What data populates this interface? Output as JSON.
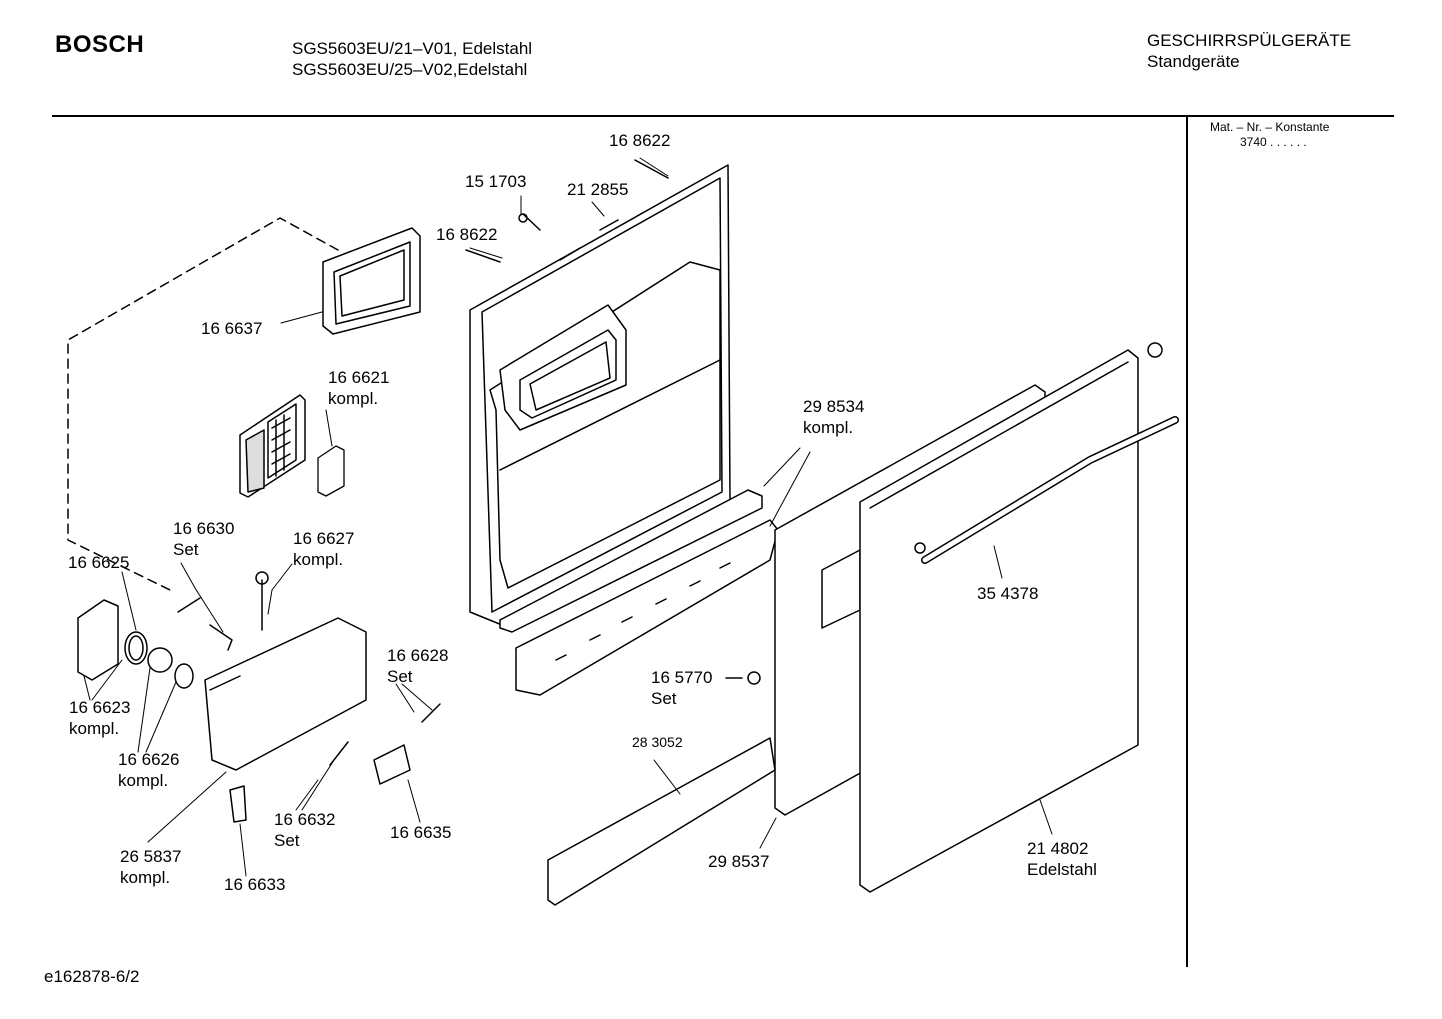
{
  "header": {
    "brand": "BOSCH",
    "model_line_1": "SGS5603EU/21–V01, Edelstahl",
    "model_line_2": "SGS5603EU/25–V02,Edelstahl",
    "category_line_1": "GESCHIRRSPÜLGERÄTE",
    "category_line_2": "Standgeräte"
  },
  "side_panel": {
    "mat_label": "Mat. – Nr. – Konstante",
    "mat_value": "3740 . . . . . ."
  },
  "footer": {
    "drawing_code": "e162878-6/2"
  },
  "parts": {
    "p168622_top": "16 8622",
    "p151703": "15 1703",
    "p212855": "21 2855",
    "p168622_left": "16 8622",
    "p166637": "16 6637",
    "p166621": "16 6621",
    "p166621_note": "kompl.",
    "p298534": "29 8534",
    "p298534_note": "kompl.",
    "p166630": "16 6630",
    "p166630_note": "Set",
    "p166627": "16 6627",
    "p166627_note": "kompl.",
    "p166625": "16 6625",
    "p166628": "16 6628",
    "p166628_note": "Set",
    "p354378": "35 4378",
    "p166623": "16 6623",
    "p166623_note": "kompl.",
    "p165770": "16 5770",
    "p165770_note": "Set",
    "p166626": "16 6626",
    "p166626_note": "kompl.",
    "p283052": "28 3052",
    "p166632": "16 6632",
    "p166632_note": "Set",
    "p166635": "16 6635",
    "p265837": "26 5837",
    "p265837_note": "kompl.",
    "p166633": "16 6633",
    "p298537": "29 8537",
    "p214802": "21 4802",
    "p214802_note": "Edelstahl"
  }
}
